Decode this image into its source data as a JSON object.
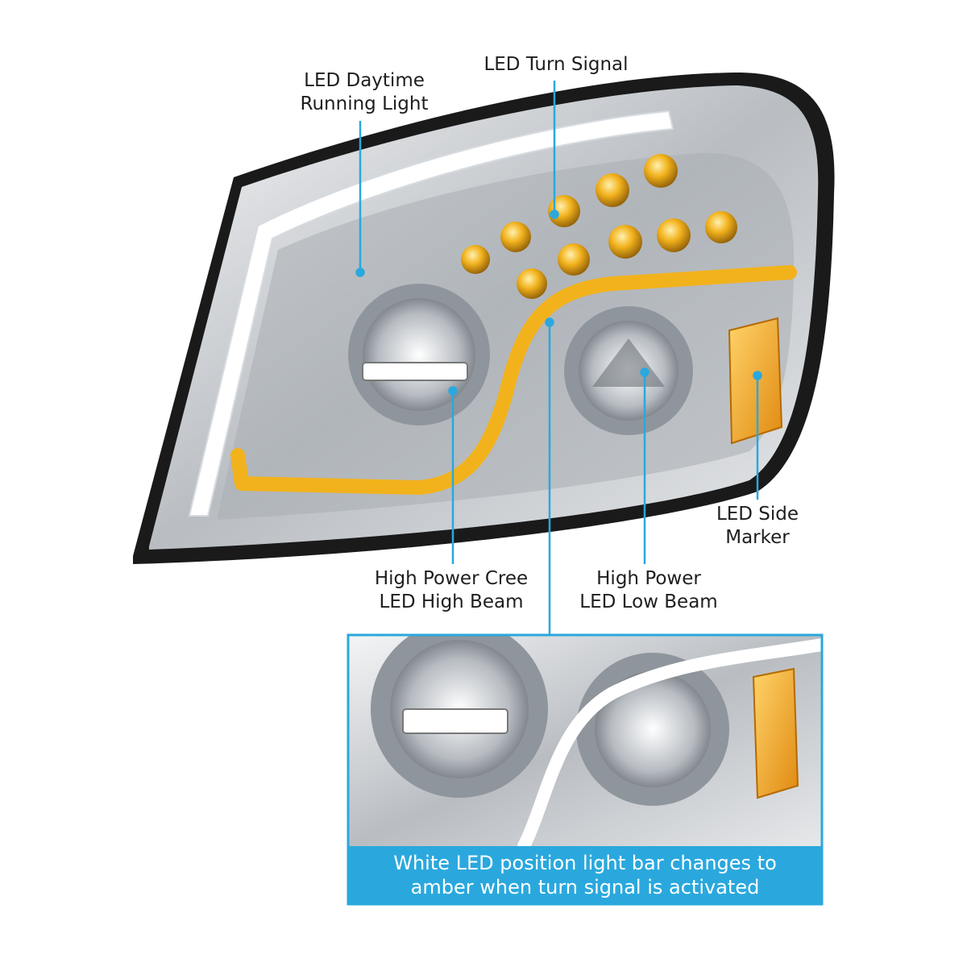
{
  "callouts": {
    "drl": {
      "line1": "LED Daytime",
      "line2": "Running Light"
    },
    "turn_signal": {
      "line1": "LED Turn Signal"
    },
    "side_marker": {
      "line1": "LED Side",
      "line2": "Marker"
    },
    "high_beam": {
      "line1": "High Power Cree",
      "line2": "LED High Beam"
    },
    "low_beam": {
      "line1": "High Power",
      "line2": "LED Low Beam"
    }
  },
  "inset": {
    "caption_line1": "White LED position light bar changes to",
    "caption_line2": "amber when turn signal is activated"
  },
  "colors": {
    "callout_line": "#2aa8dd",
    "caption_bg": "#2aa8dd",
    "amber": "#f2b21c",
    "chrome": "#c9ccd0",
    "housing": "#1a1a1a"
  }
}
